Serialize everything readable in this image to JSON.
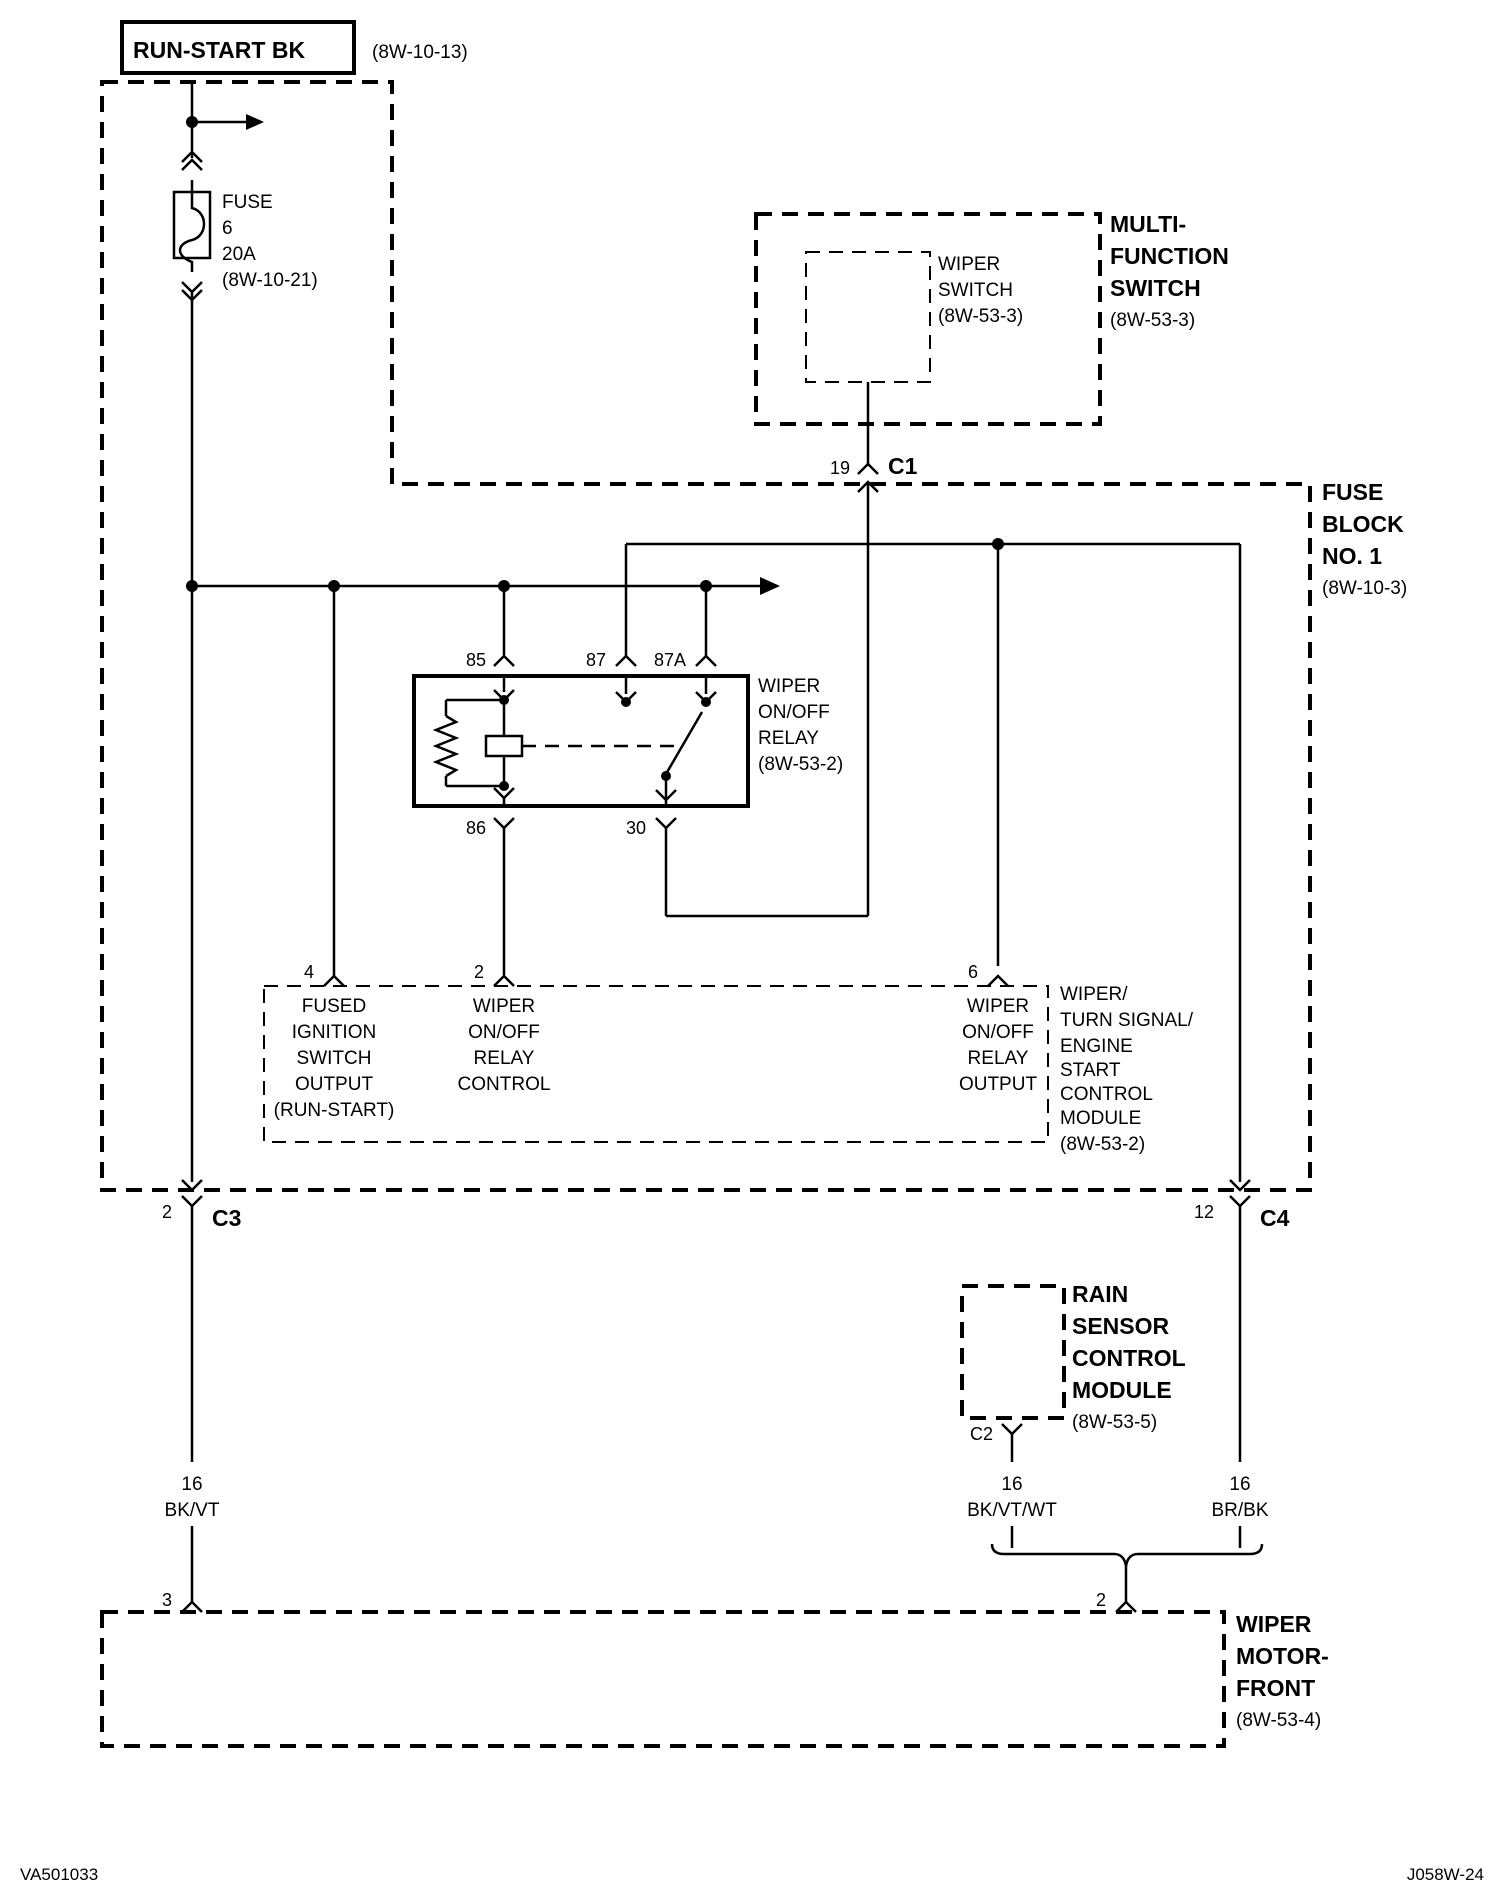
{
  "header_box": {
    "label": "RUN-START BK",
    "ref": "(8W-10-13)"
  },
  "fuse": {
    "label": "FUSE",
    "number": "6",
    "rating": "20A",
    "ref": "(8W-10-21)"
  },
  "multifunction_switch": {
    "line1": "MULTI-",
    "line2": "FUNCTION",
    "line3": "SWITCH",
    "ref": "(8W-53-3)"
  },
  "wiper_switch": {
    "line1": "WIPER",
    "line2": "SWITCH",
    "ref": "(8W-53-3)"
  },
  "connector_c1": {
    "pin": "19",
    "name": "C1"
  },
  "fuse_block": {
    "line1": "FUSE",
    "line2": "BLOCK",
    "line3": "NO. 1",
    "ref": "(8W-10-3)"
  },
  "relay": {
    "line1": "WIPER",
    "line2": "ON/OFF",
    "line3": "RELAY",
    "ref": "(8W-53-2)",
    "pin85": "85",
    "pin87": "87",
    "pin87a": "87A",
    "pin86": "86",
    "pin30": "30"
  },
  "module": {
    "line1": "WIPER/",
    "line2": "TURN SIGNAL/",
    "line3": "ENGINE",
    "line4": "START",
    "line5": "CONTROL",
    "line6": "MODULE",
    "ref": "(8W-53-2)",
    "pin4": "4",
    "pin2": "2",
    "pin6": "6",
    "fused_out": [
      "FUSED",
      "IGNITION",
      "SWITCH",
      "OUTPUT",
      "(RUN-START)"
    ],
    "relay_control": [
      "WIPER",
      "ON/OFF",
      "RELAY",
      "CONTROL"
    ],
    "relay_output": [
      "WIPER",
      "ON/OFF",
      "RELAY",
      "OUTPUT"
    ]
  },
  "connector_c3": {
    "pin": "2",
    "name": "C3"
  },
  "connector_c4": {
    "pin": "12",
    "name": "C4"
  },
  "rain_sensor": {
    "line1": "RAIN",
    "line2": "SENSOR",
    "line3": "CONTROL",
    "line4": "MODULE",
    "ref": "(8W-53-5)",
    "connector": "C2"
  },
  "wires": {
    "left": {
      "gauge": "16",
      "color": "BK/VT"
    },
    "rain": {
      "gauge": "16",
      "color": "BK/VT/WT"
    },
    "right": {
      "gauge": "16",
      "color": "BR/BK"
    }
  },
  "wiper_motor": {
    "line1": "WIPER",
    "line2": "MOTOR-",
    "line3": "FRONT",
    "ref": "(8W-53-4)",
    "pin3": "3",
    "pin2": "2"
  },
  "footer": {
    "left": "VA501033",
    "right": "J058W-24"
  }
}
